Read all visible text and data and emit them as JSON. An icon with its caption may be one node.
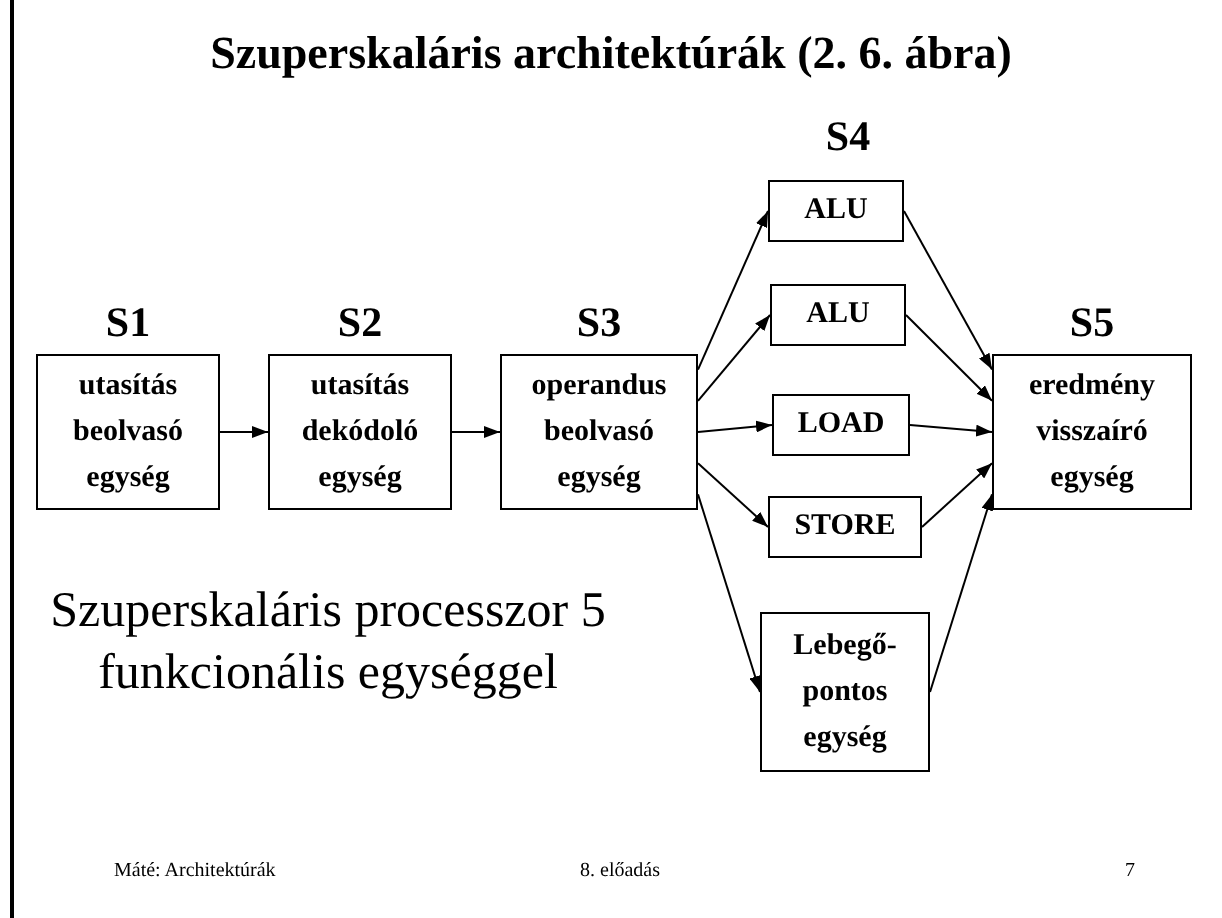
{
  "diagram": {
    "title": "Szuperskaláris architektúrák (2. 6. ábra)",
    "nodes": [
      {
        "text": [
          "S1",
          "utasítás beolvasó egység"
        ]
      },
      {
        "text": [
          "S2",
          "utasítás dekódoló egység"
        ]
      },
      {
        "text": [
          "S3",
          "operandus beolvasó egység"
        ]
      },
      {
        "text": [
          "ALU"
        ]
      },
      {
        "text": [
          "ALU"
        ]
      },
      {
        "text": [
          "LOAD"
        ]
      },
      {
        "text": [
          "STORE"
        ]
      },
      {
        "text": [
          "Lebegő-pontos egység"
        ]
      },
      {
        "text": [
          "S5",
          "eredmény visszaíró egység"
        ]
      }
    ],
    "edges": [
      {
        "from": 0,
        "to": 1,
        "arrow": "to"
      },
      {
        "from": 1,
        "to": 2,
        "arrow": "to"
      },
      {
        "from": 2,
        "to": 3,
        "arrow": "to"
      },
      {
        "from": 2,
        "to": 4,
        "arrow": "to"
      },
      {
        "from": 2,
        "to": 5,
        "arrow": "to"
      },
      {
        "from": 2,
        "to": 6,
        "arrow": "to"
      },
      {
        "from": 2,
        "to": 7,
        "arrow": "to"
      },
      {
        "from": 3,
        "to": 8,
        "arrow": "to"
      },
      {
        "from": 4,
        "to": 8,
        "arrow": "to"
      },
      {
        "from": 5,
        "to": 8,
        "arrow": "to"
      },
      {
        "from": 6,
        "to": 8,
        "arrow": "to"
      },
      {
        "from": 7,
        "to": 8,
        "arrow": "to"
      }
    ],
    "labels": [
      "S4",
      "Szuperskaláris processzor 5 funkcionális egységgel",
      "Máté: Architektúrák",
      "8. előadás",
      "7"
    ]
  }
}
